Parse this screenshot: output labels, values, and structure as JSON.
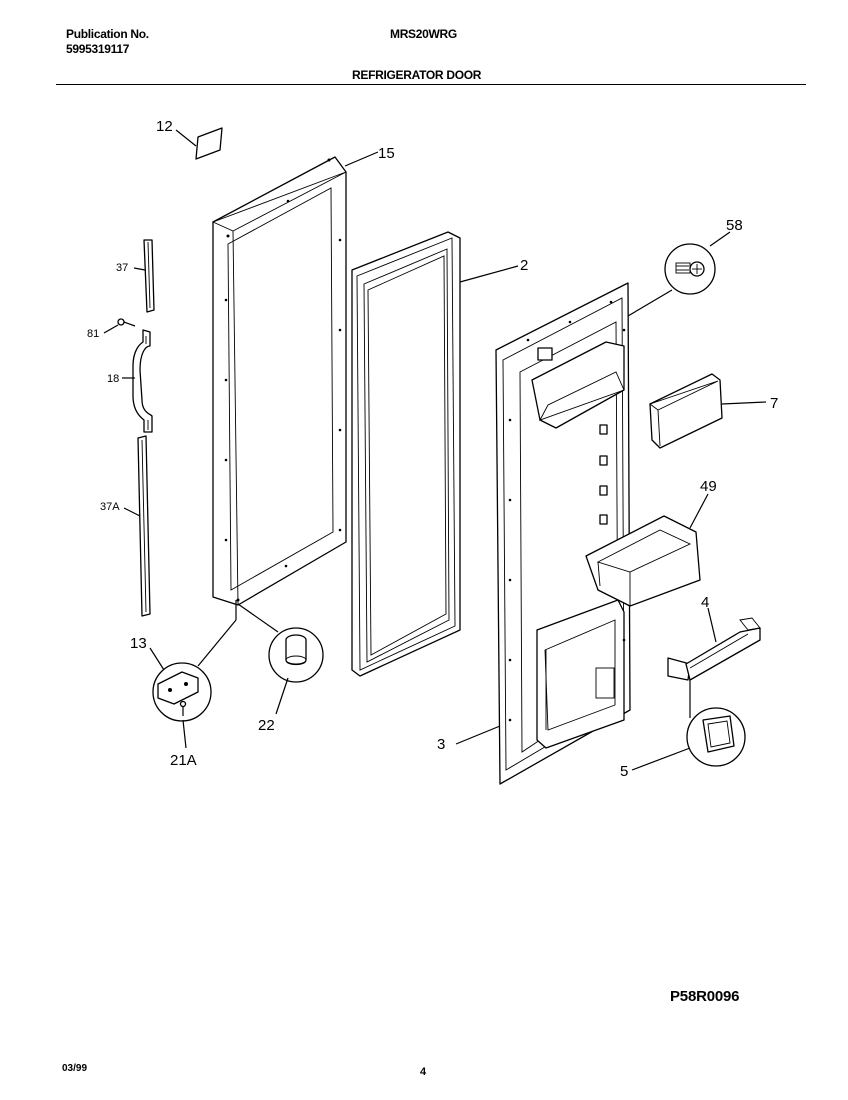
{
  "header": {
    "publication_label": "Publication No.",
    "publication_number": "5995319117",
    "model": "MRS20WRG",
    "section_title": "REFRIGERATOR DOOR"
  },
  "footer": {
    "diagram_ref": "P58R0096",
    "date": "03/99",
    "page": "4"
  },
  "callouts": {
    "c12": "12",
    "c15": "15",
    "c2": "2",
    "c58": "58",
    "c37": "37",
    "c81": "81",
    "c18": "18",
    "c37A": "37A",
    "c7": "7",
    "c49": "49",
    "c4": "4",
    "c13": "13",
    "c22": "22",
    "c21A": "21A",
    "c3": "3",
    "c5": "5"
  }
}
